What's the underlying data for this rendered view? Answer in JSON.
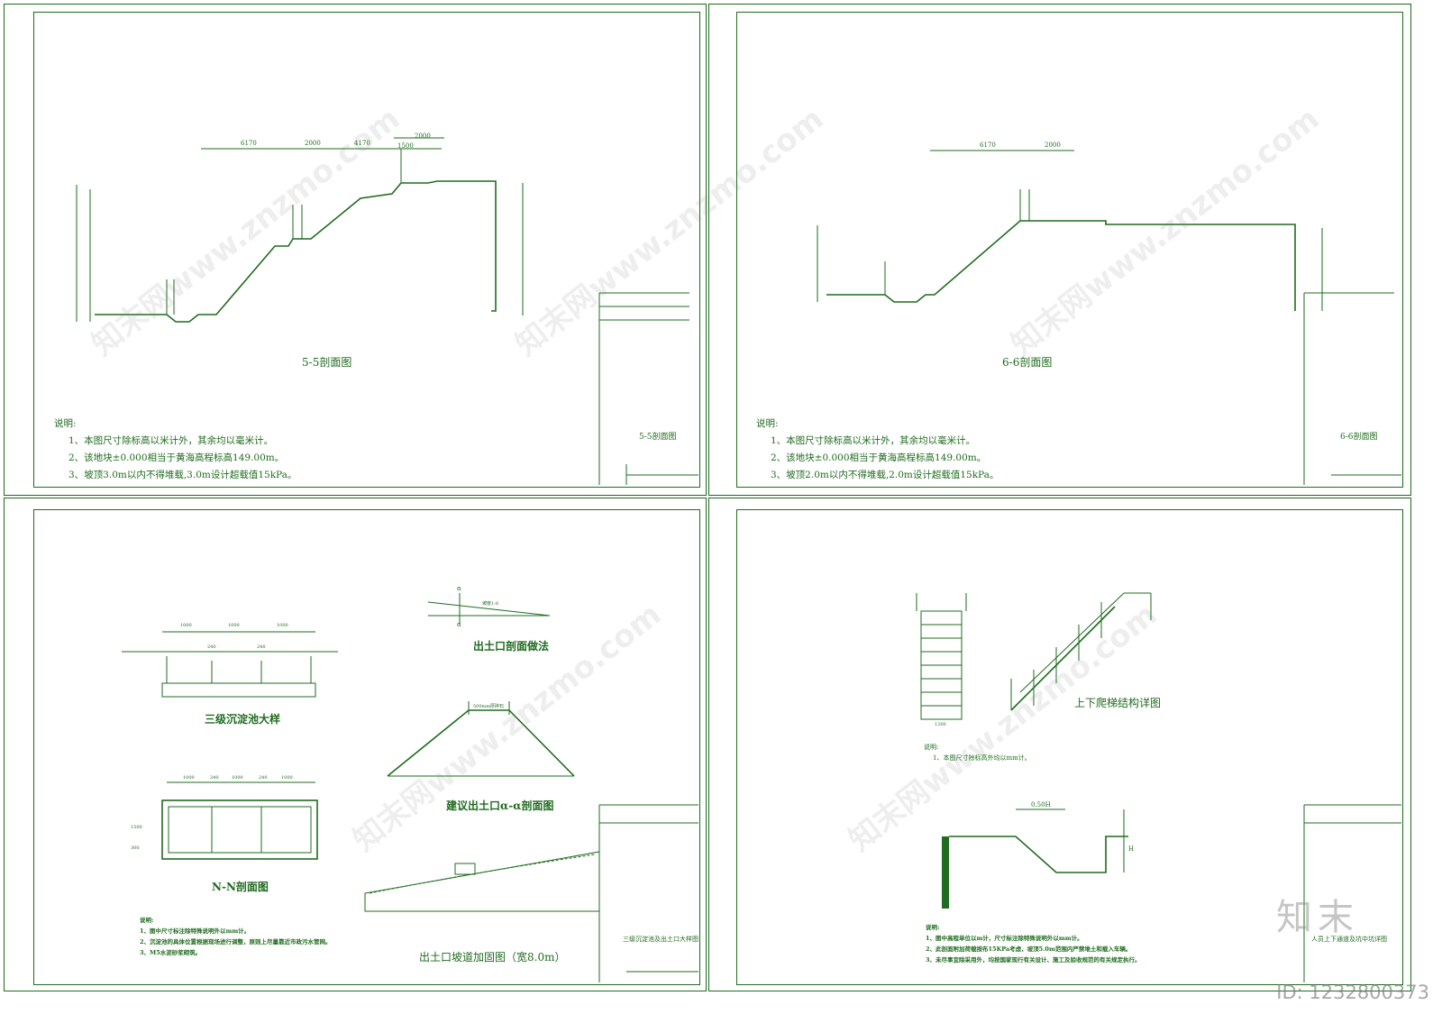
{
  "sheet1": {
    "title": "5-5剖面图",
    "tb_title": "5-5剖面图",
    "notes": [
      "说明:",
      "1、本图尺寸除标高以米计外，其余均以毫米计。",
      "2、该地块±0.000相当于黄海高程标高149.00m。",
      "3、坡顶3.0m以内不得堆载,3.0m设计超载值15kPa。"
    ],
    "dims": [
      "6170",
      "2000",
      "4170",
      "1500",
      "2000"
    ]
  },
  "sheet2": {
    "title": "6-6剖面图",
    "tb_title": "6-6剖面图",
    "notes": [
      "说明:",
      "1、本图尺寸除标高以米计外，其余均以毫米计。",
      "2、该地块±0.000相当于黄海高程标高149.00m。",
      "3、坡顶2.0m以内不得堆载,2.0m设计超载值15kPa。"
    ],
    "dims": [
      "6170",
      "2000"
    ]
  },
  "sheet3": {
    "label_tank": "三级沉淀池大样",
    "label_nn": "N-N剖面图",
    "label_exit_method": "出土口剖面做法",
    "label_exit_section": "建议出土口α-α剖面图",
    "label_ramp": "出土口坡道加固图（宽8.0m）",
    "tb_title": "三级沉淀池及出土口大样图",
    "notes": [
      "说明:",
      "1、图中尺寸标注除特殊说明外以mm计。",
      "2、沉淀池的具体位置根据现场进行调整，原则上尽量靠近市政污水管网。",
      "3、M5水泥砂浆砌筑。"
    ],
    "tank_dims": [
      "1000",
      "1000",
      "1000",
      "240",
      "240"
    ],
    "nn_dims": [
      "1000",
      "240",
      "1000",
      "240",
      "1000"
    ],
    "side_dims": [
      "1500",
      "300"
    ],
    "exit_slope": "坡度1:8",
    "exit_top": "500mm厚碎石",
    "alpha": "α"
  },
  "sheet4": {
    "label_ladder": "上下爬梯结构详图",
    "tb_title": "人员上下通道及坑中坑详图",
    "notes1": [
      "说明:",
      "1、本图尺寸除标高外均以mm计。"
    ],
    "notes2": [
      "说明:",
      "1、图中高程单位以m计，尺寸标注除特殊说明外以mm计。",
      "2、此剖面附加荷载按布15KPa考虑，坡顶5.0m范围内严禁堆土和载入车辆。",
      "3、未尽事宜除采用外，均按国家现行有关设计、施工及验收规范的有关规定执行。"
    ],
    "dim_050h": "0.50H",
    "dim_h": "H",
    "ladder_width": "1200"
  },
  "watermark": "知末网www.znzmo.com",
  "brand": "知末",
  "image_id": "ID: 1232800373",
  "colors": {
    "line": "#1f6b1f",
    "background": "#ffffff"
  }
}
